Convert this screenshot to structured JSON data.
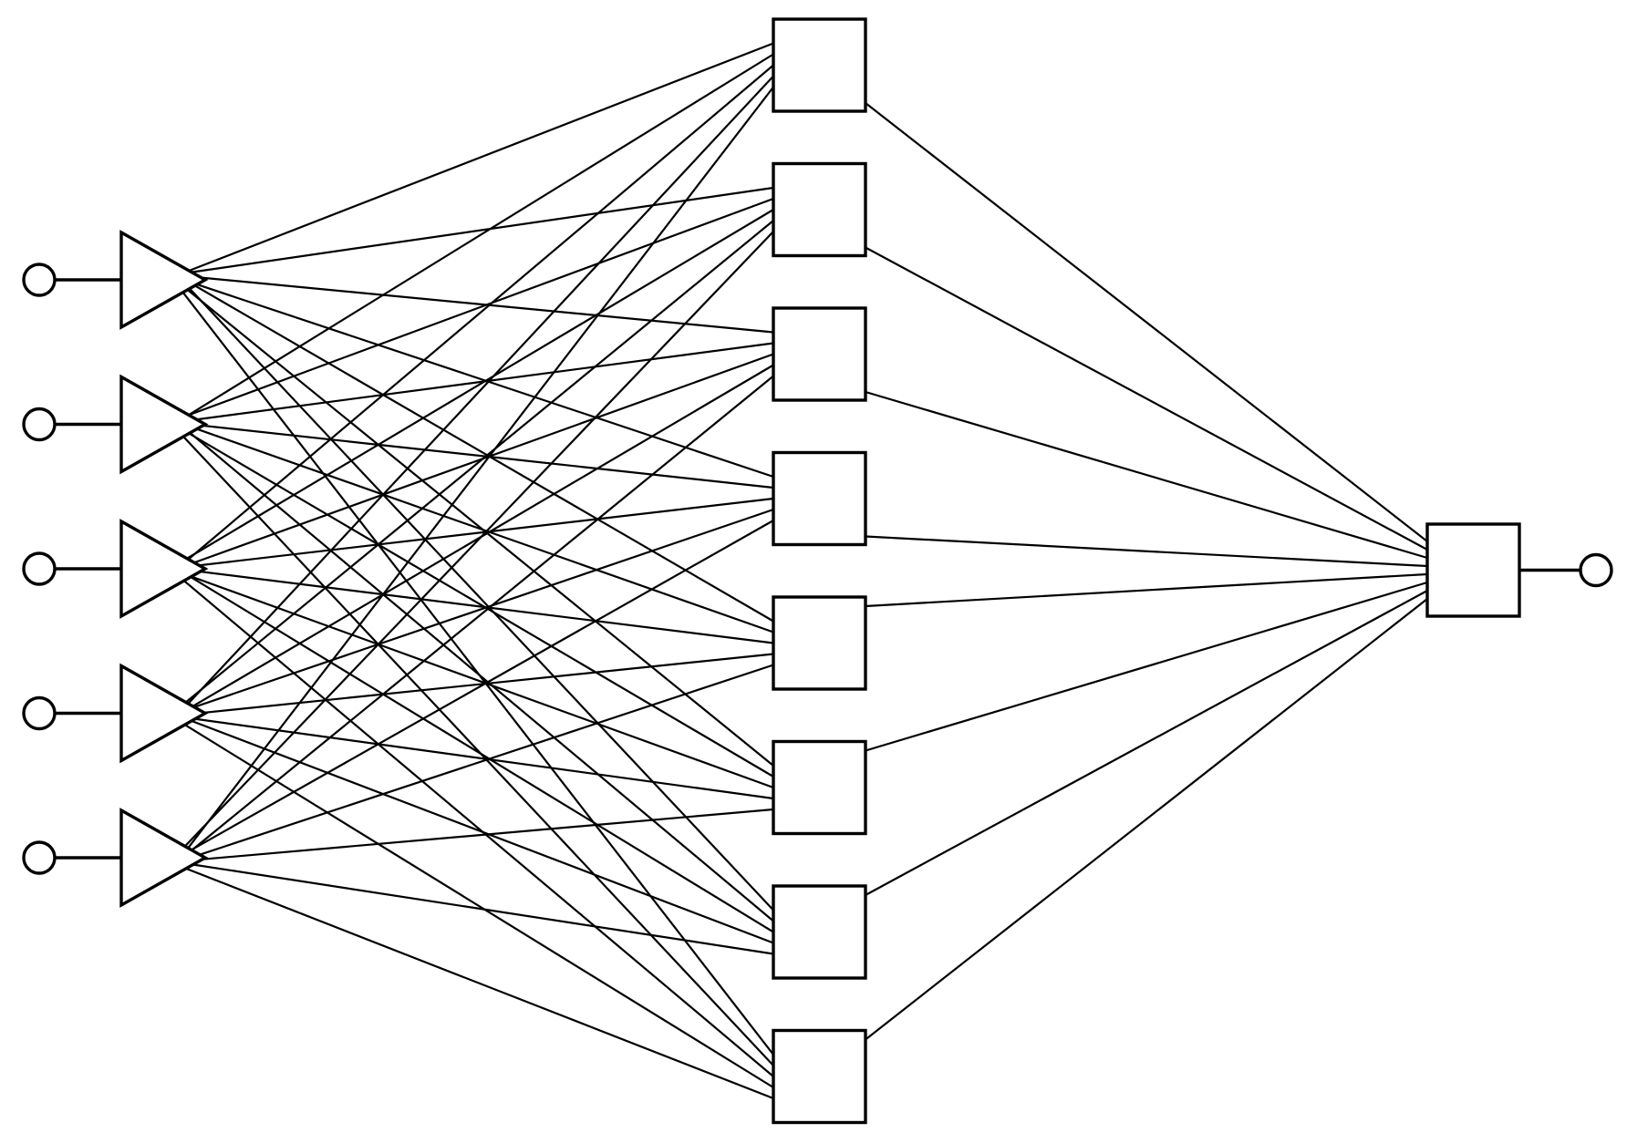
{
  "diagram": {
    "kind": "feedforward-network",
    "stroke_color": "#000000",
    "background_color": "#ffffff",
    "input_layer": {
      "count": 5,
      "terminal_icon": "circle-terminal-icon",
      "node_icon": "triangle-buffer-icon"
    },
    "hidden_layer": {
      "count": 8,
      "node_icon": "square-neuron-icon"
    },
    "output_layer": {
      "count": 1,
      "node_icon": "square-neuron-icon",
      "terminal_icon": "circle-terminal-icon"
    },
    "connectivity": "fully-connected"
  }
}
